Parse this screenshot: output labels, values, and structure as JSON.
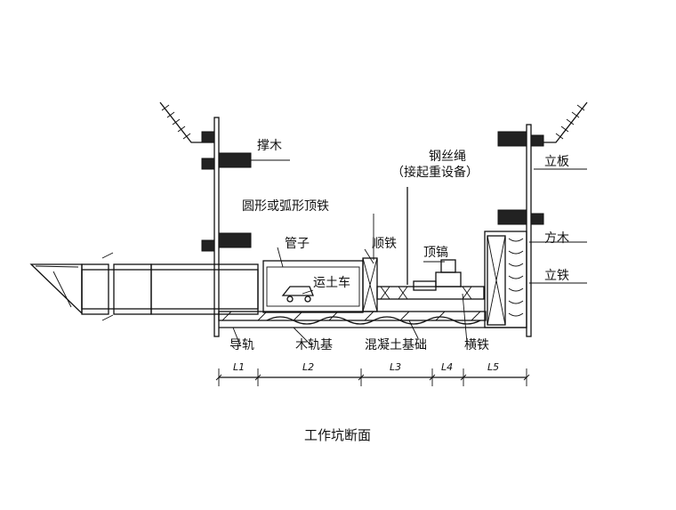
{
  "diagram": {
    "labels": {
      "strut_wood": "撑木",
      "wire_rope": "钢丝绳",
      "lifting_note": "（接起重设备）",
      "standing_board": "立板",
      "top_iron": "圆形或弧形顶铁",
      "pipe": "管子",
      "shun_iron": "顺铁",
      "jack": "顶镐",
      "square_wood": "方木",
      "dirt_cart": "运土车",
      "vertical_iron": "立铁",
      "guide_rail": "导轨",
      "wood_rail_base": "木轨基",
      "concrete_base": "混凝土基础",
      "cross_iron": "横铁"
    },
    "dimensions": [
      "L1",
      "L2",
      "L3",
      "L4",
      "L5"
    ],
    "caption": "工作坑断面"
  }
}
